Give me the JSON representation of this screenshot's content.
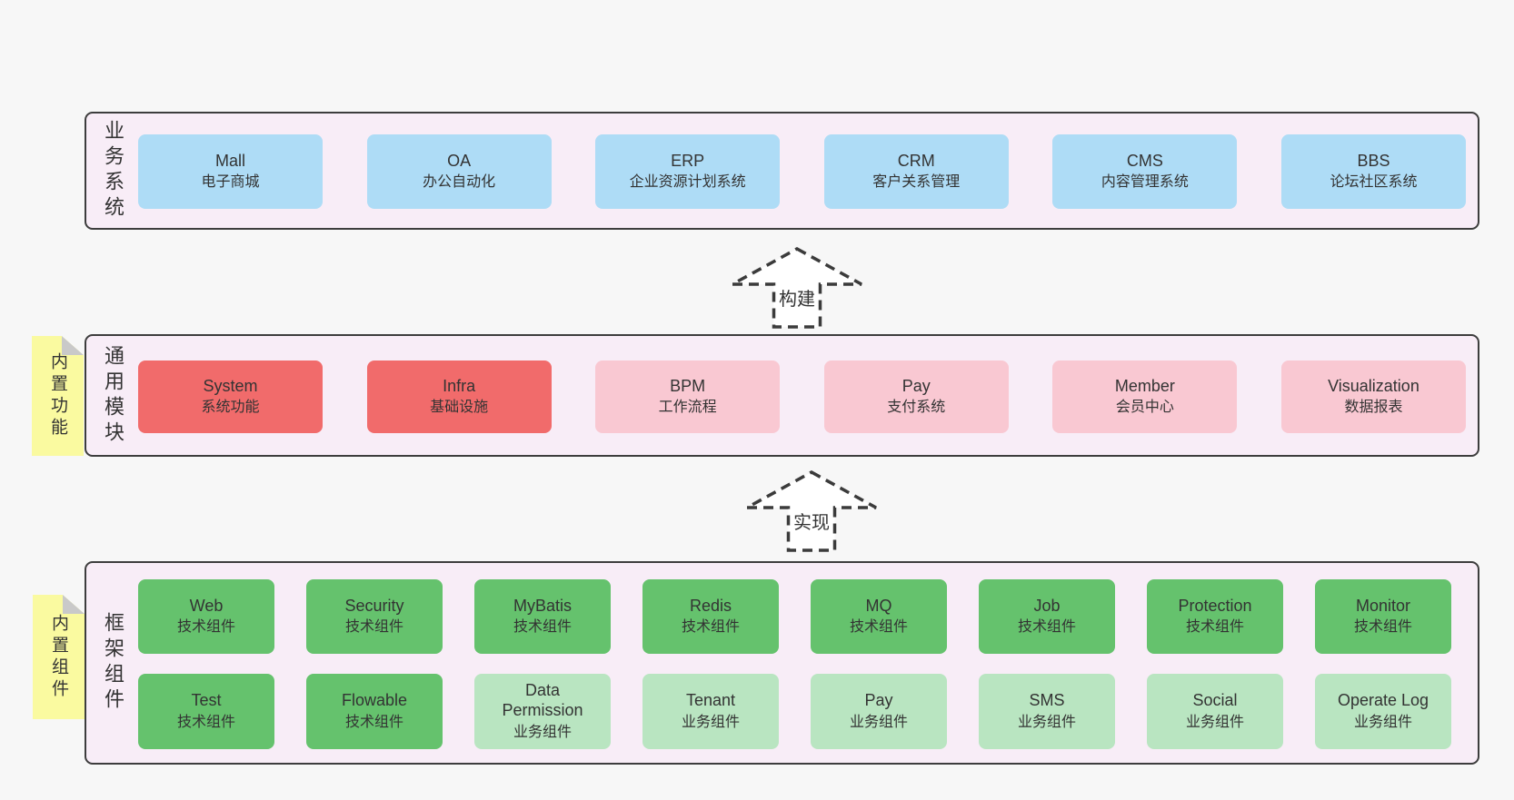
{
  "colors": {
    "page_bg": "#f7f7f7",
    "section_bg": "#f8edf7",
    "section_border": "#3d3d3d",
    "text": "#333333",
    "blue": "#aedcf6",
    "red": "#f16b6b",
    "pink": "#f9c8d2",
    "green": "#65c26d",
    "light_green": "#b9e5c1",
    "sticky_yellow": "#fafaa0",
    "sticky_fold": "#c9c9c9",
    "arrow_stroke": "#3b3b3b"
  },
  "arrows": {
    "build": "构建",
    "implement": "实现"
  },
  "business": {
    "label": "业务系统",
    "boxes": [
      {
        "name": "Mall",
        "desc": "电子商城",
        "variant": "blue"
      },
      {
        "name": "OA",
        "desc": "办公自动化",
        "variant": "blue"
      },
      {
        "name": "ERP",
        "desc": "企业资源计划系统",
        "variant": "blue"
      },
      {
        "name": "CRM",
        "desc": "客户关系管理",
        "variant": "blue"
      },
      {
        "name": "CMS",
        "desc": "内容管理系统",
        "variant": "blue"
      },
      {
        "name": "BBS",
        "desc": "论坛社区系统",
        "variant": "blue"
      }
    ]
  },
  "modules": {
    "label": "通用模块",
    "sticky": "内置功能",
    "boxes": [
      {
        "name": "System",
        "desc": "系统功能",
        "variant": "red"
      },
      {
        "name": "Infra",
        "desc": "基础设施",
        "variant": "red"
      },
      {
        "name": "BPM",
        "desc": "工作流程",
        "variant": "pink"
      },
      {
        "name": "Pay",
        "desc": "支付系统",
        "variant": "pink"
      },
      {
        "name": "Member",
        "desc": "会员中心",
        "variant": "pink"
      },
      {
        "name": "Visualization",
        "desc": "数据报表",
        "variant": "pink"
      }
    ]
  },
  "components": {
    "label": "框架组件",
    "sticky": "内置组件",
    "row1": [
      {
        "name": "Web",
        "desc": "技术组件",
        "variant": "green"
      },
      {
        "name": "Security",
        "desc": "技术组件",
        "variant": "green"
      },
      {
        "name": "MyBatis",
        "desc": "技术组件",
        "variant": "green"
      },
      {
        "name": "Redis",
        "desc": "技术组件",
        "variant": "green"
      },
      {
        "name": "MQ",
        "desc": "技术组件",
        "variant": "green"
      },
      {
        "name": "Job",
        "desc": "技术组件",
        "variant": "green"
      },
      {
        "name": "Protection",
        "desc": "技术组件",
        "variant": "green"
      },
      {
        "name": "Monitor",
        "desc": "技术组件",
        "variant": "green"
      }
    ],
    "row2": [
      {
        "name": "Test",
        "desc": "技术组件",
        "variant": "green"
      },
      {
        "name": "Flowable",
        "desc": "技术组件",
        "variant": "green"
      },
      {
        "name": "Data Permission",
        "desc": "业务组件",
        "variant": "light_green"
      },
      {
        "name": "Tenant",
        "desc": "业务组件",
        "variant": "light_green"
      },
      {
        "name": "Pay",
        "desc": "业务组件",
        "variant": "light_green"
      },
      {
        "name": "SMS",
        "desc": "业务组件",
        "variant": "light_green"
      },
      {
        "name": "Social",
        "desc": "业务组件",
        "variant": "light_green"
      },
      {
        "name": "Operate Log",
        "desc": "业务组件",
        "variant": "light_green"
      }
    ]
  }
}
